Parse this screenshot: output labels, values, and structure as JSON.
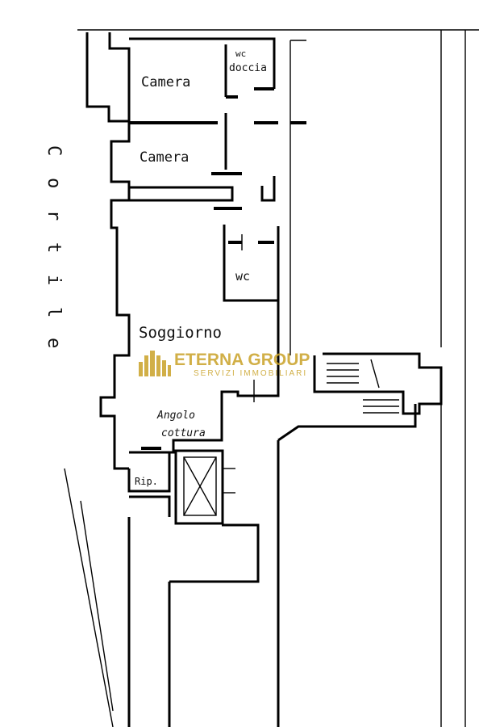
{
  "rooms": {
    "camera_1": "Camera",
    "wc_doccia_line1": "wc",
    "wc_doccia_line2": "doccia",
    "camera_2": "Camera",
    "wc": "wc",
    "soggiorno": "Soggiorno",
    "angolo_line1": "Angolo",
    "angolo_line2": "cottura",
    "rip": "Rip."
  },
  "cortile_letters": [
    "C",
    "o",
    "r",
    "t",
    "i",
    "l",
    "e"
  ],
  "watermark": {
    "name": "ETERNA GROUP",
    "tagline": "SERVIZI IMMOBILIARI",
    "color_gold": "#c9a227"
  }
}
